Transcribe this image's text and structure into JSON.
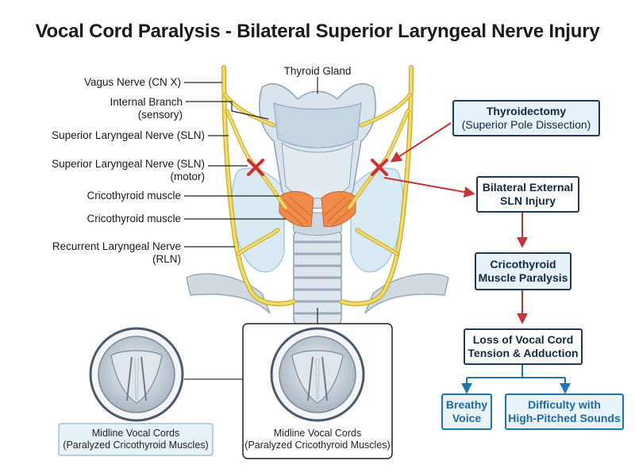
{
  "title": "Vocal Cord Paralysis - Bilateral Superior Laryngeal Nerve Injury",
  "labels": {
    "thyroid_gland": "Thyroid Gland",
    "vagus": "Vagus Nerve (CN X)",
    "internal_branch_1": "Internal Branch",
    "internal_branch_2": "(sensory)",
    "sln": "Superior Laryngeal Nerve (SLN)",
    "sln_motor_1": "Superior Laryngeal Nerve (SLN)",
    "sln_motor_2": "(motor)",
    "cricothyroid_1": "Cricothyroid muscle",
    "cricothyroid_2": "Cricothyroid muscle",
    "rln_1": "Recurrent Laryngeal Nerve",
    "rln_2": "(RLN)"
  },
  "flow": {
    "thyroidectomy_title": "Thyroidectomy",
    "thyroidectomy_sub": "(Superior Pole Dissection)",
    "injury_1": "Bilateral External",
    "injury_2": "SLN Injury",
    "paralysis_1": "Cricothyroid",
    "paralysis_2": "Muscle Paralysis",
    "loss_1": "Loss of Vocal Cord",
    "loss_2": "Tension & Adduction",
    "breathy_1": "Breathy",
    "breathy_2": "Voice",
    "difficulty_1": "Difficulty with",
    "difficulty_2": "High-Pitched Sounds"
  },
  "insets": {
    "left_caption_1": "Midline Vocal Cords",
    "left_caption_2": "(Paralyzed Cricothyroid Muscles)",
    "right_caption_1": "Midline Vocal Cords",
    "right_caption_2": "(Paralyzed Cricothyroid Muscles)"
  },
  "colors": {
    "nerve": "#f2dc6a",
    "nerve_outline": "#c9a92a",
    "injury_mark": "#d62b2b",
    "arrow": "#c83232",
    "muscle": "#f08a4b",
    "cartilage": "#d7e3ee",
    "thyroid": "#cfe6f3",
    "box_border": "#1f3a57",
    "box_fill": "#e6f1f9",
    "outcome_blue": "#1d75b3"
  }
}
